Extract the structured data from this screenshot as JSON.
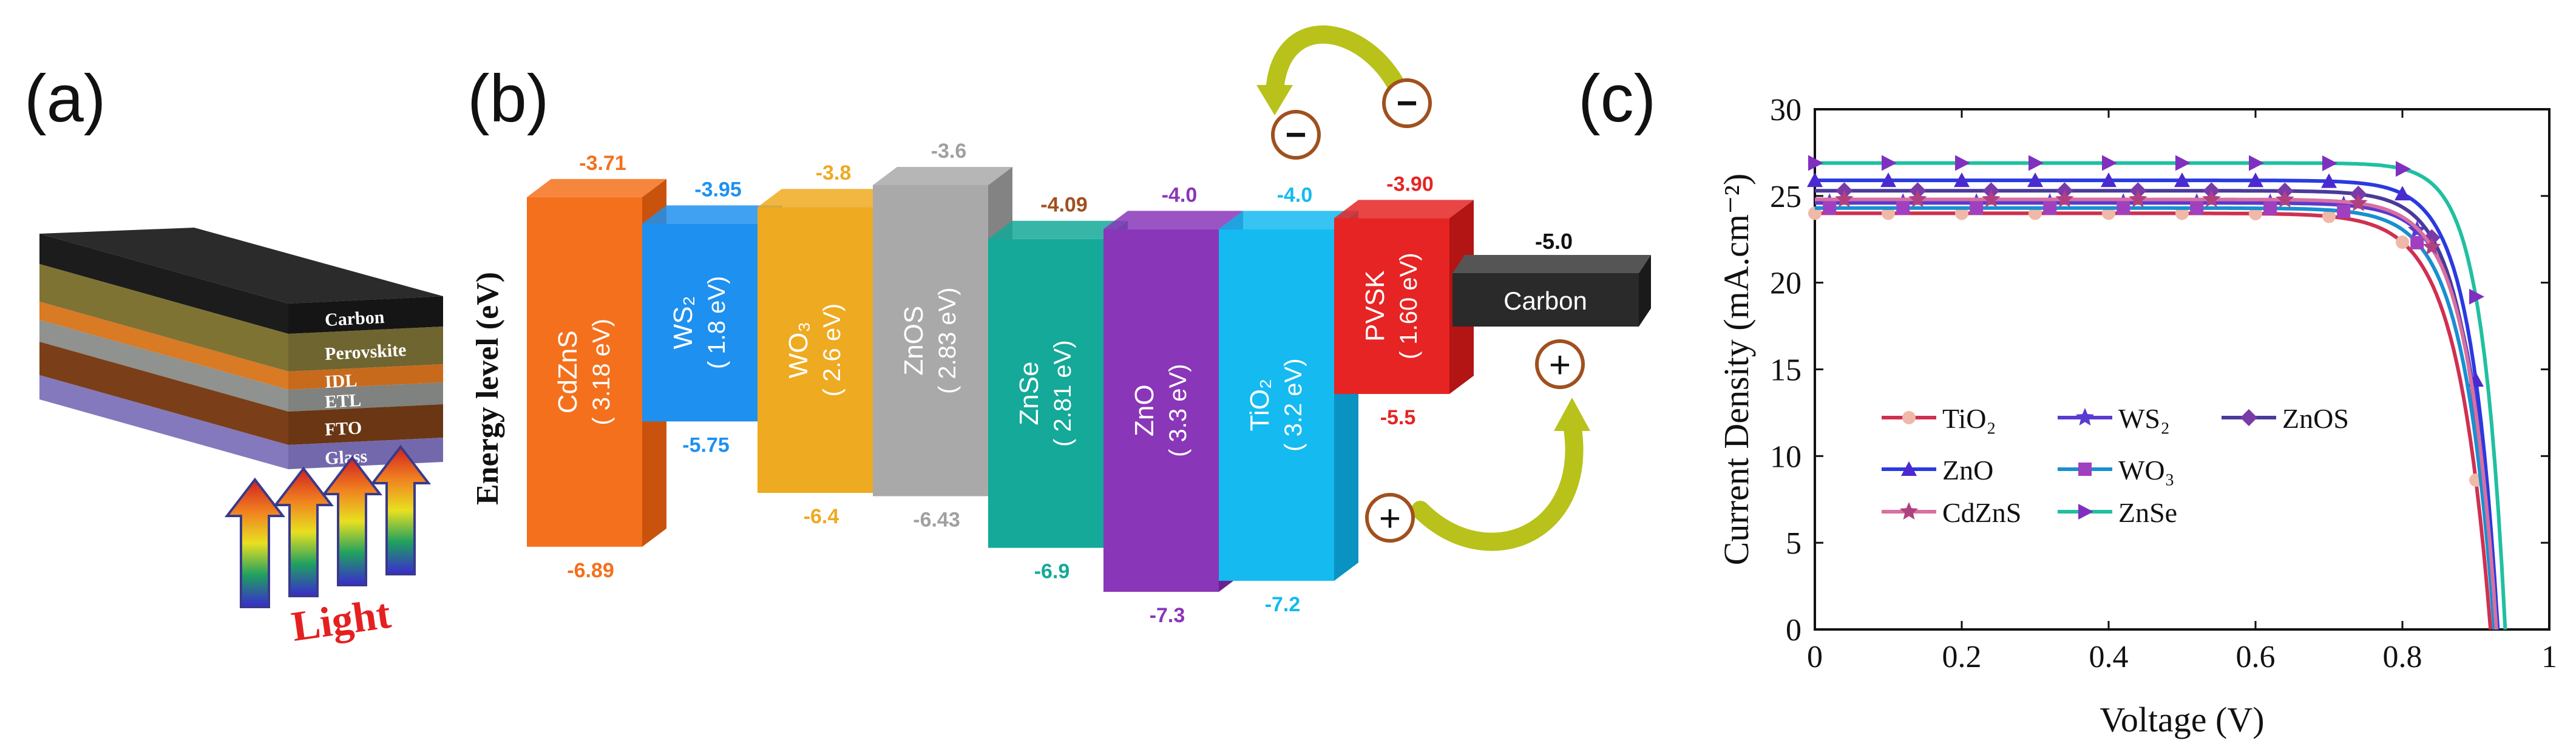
{
  "panels": {
    "a": {
      "label": "(a)",
      "layers": [
        {
          "name": "Carbon",
          "color": "#262626",
          "side": "#151515",
          "front": "#1c1c1c"
        },
        {
          "name": "Perovskite",
          "color": "#9a8c3e",
          "side": "#6f6530",
          "front": "#7f7334"
        },
        {
          "name": "IDL",
          "color": "#f08a30",
          "side": "#c86a1c",
          "front": "#d97a24"
        },
        {
          "name": "ETL",
          "color": "#a7aaa6",
          "side": "#7f827e",
          "front": "#8f928e"
        },
        {
          "name": "FTO",
          "color": "#8b4a1e",
          "side": "#6a3614",
          "front": "#7a3f18"
        },
        {
          "name": "Glass",
          "color": "#9a8fd0",
          "side": "#7468ac",
          "front": "#8579bd"
        }
      ],
      "light_label": "Light"
    },
    "b": {
      "label": "(b)",
      "ylabel": "Energy level (eV)",
      "blocks": [
        {
          "name": "CdZnS",
          "gap": "3.18 eV",
          "top": "-3.71",
          "bottom": "-6.89",
          "color": "#f4701c",
          "side": "#c9530d",
          "labelColor": "#f4701c"
        },
        {
          "name": "WS2",
          "gap": "1.8 eV",
          "top": "-3.95",
          "bottom": "-5.75",
          "color": "#1e90f0",
          "side": "#0b6dc2",
          "labelColor": "#1e90f0"
        },
        {
          "name": "WO3",
          "gap": "2.6 eV",
          "top": "-3.8",
          "bottom": "-6.4",
          "color": "#eeaa20",
          "side": "#c5870f",
          "labelColor": "#eeaa20"
        },
        {
          "name": "ZnOS",
          "gap": "2.83 eV",
          "top": "-3.6",
          "bottom": "-6.43",
          "color": "#a9a9a9",
          "side": "#838383",
          "labelColor": "#a0a0a0"
        },
        {
          "name": "ZnSe",
          "gap": "2.81 eV",
          "top": "-4.09",
          "bottom": "-6.9",
          "color": "#14a999",
          "side": "#0d8377",
          "labelColor": "#14a999",
          "topColor": "#a0501e"
        },
        {
          "name": "ZnO",
          "gap": "3.3 eV",
          "top": "-4.0",
          "bottom": "-7.3",
          "color": "#8a36b8",
          "side": "#6a2290",
          "labelColor": "#8a36b8"
        },
        {
          "name": "TiO2",
          "gap": "3.2 eV",
          "top": "-4.0",
          "bottom": "-7.2",
          "color": "#14baf0",
          "side": "#0a93c2",
          "labelColor": "#14baf0"
        },
        {
          "name": "PVSK",
          "gap": "1.60 eV",
          "top": "-3.90",
          "bottom": "-5.5",
          "color": "#e62424",
          "side": "#b31414",
          "labelColor": "#e62424"
        }
      ],
      "carbon": {
        "name": "Carbon",
        "value": "-5.0"
      },
      "electron_sign": "−",
      "hole_sign": "+"
    },
    "c": {
      "label": "(c)"
    }
  },
  "chart_data": {
    "type": "line",
    "xlabel": "Voltage (V)",
    "ylabel": "Current Density (mA.cm⁻²)",
    "xlim": [
      0,
      1
    ],
    "ylim": [
      0,
      30
    ],
    "xticks": [
      "0",
      "0.2",
      "0.4",
      "0.6",
      "0.8",
      "1"
    ],
    "yticks": [
      "0",
      "5",
      "10",
      "15",
      "20",
      "25",
      "30"
    ],
    "series": [
      {
        "name": "TiO₂",
        "color": "#d03050",
        "marker": "circle",
        "markerColor": "#f0b8a8",
        "jsc": 24.0,
        "voc": 0.92,
        "knee": 0.045
      },
      {
        "name": "WS₂",
        "color": "#5a3ad0",
        "marker": "star",
        "markerColor": "#5a3ad0",
        "jsc": 24.6,
        "voc": 0.93,
        "knee": 0.04
      },
      {
        "name": "ZnOS",
        "color": "#4a3a9a",
        "marker": "diamond",
        "markerColor": "#7a3aa8",
        "jsc": 25.3,
        "voc": 0.925,
        "knee": 0.038
      },
      {
        "name": "ZnO",
        "color": "#2a3ae0",
        "marker": "triangle-up",
        "markerColor": "#4a2ad0",
        "jsc": 25.9,
        "voc": 0.93,
        "knee": 0.037
      },
      {
        "name": "WO₃",
        "color": "#1890d0",
        "marker": "square",
        "markerColor": "#a040c0",
        "jsc": 24.3,
        "voc": 0.925,
        "knee": 0.042
      },
      {
        "name": "CdZnS",
        "color": "#d870a0",
        "marker": "star-bold",
        "markerColor": "#b04080",
        "jsc": 24.8,
        "voc": 0.928,
        "knee": 0.04
      },
      {
        "name": "ZnSe",
        "color": "#20c0a0",
        "marker": "triangle-right",
        "markerColor": "#8030c0",
        "jsc": 26.9,
        "voc": 0.94,
        "knee": 0.032
      }
    ]
  }
}
